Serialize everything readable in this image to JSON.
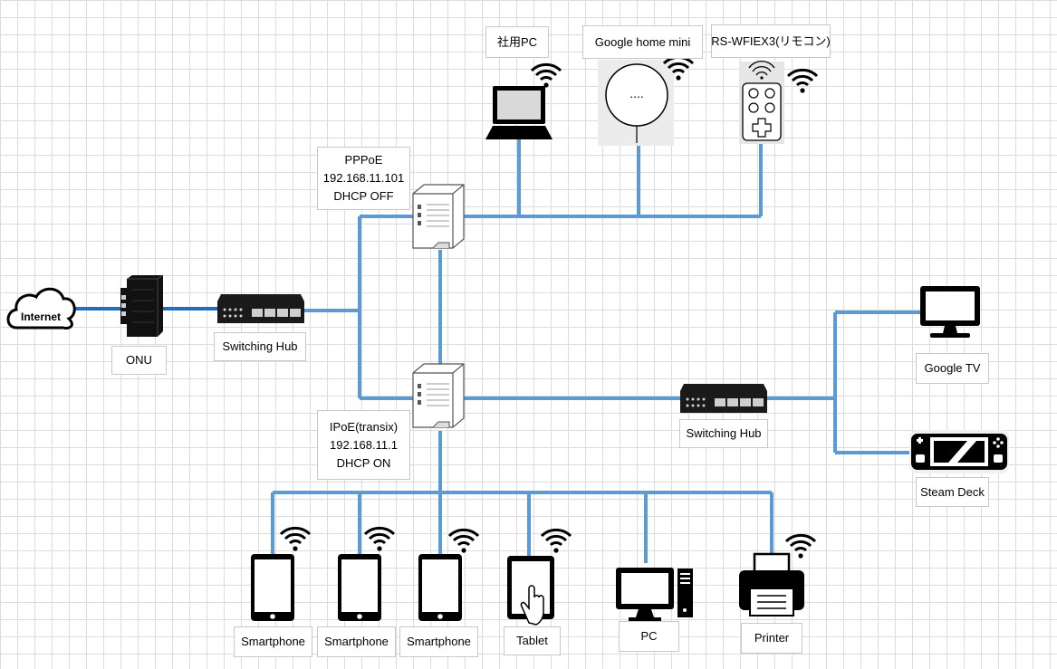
{
  "diagram": {
    "internet_label": "Internet",
    "onu_label": "ONU",
    "switching_hub_1_label": "Switching Hub",
    "router1": {
      "line1": "PPPoE",
      "line2": "192.168.11.101",
      "line3": "DHCP OFF"
    },
    "router2": {
      "line1": "IPoE(transix)",
      "line2": "192.168.11.1",
      "line3": "DHCP ON"
    },
    "company_pc_label": "社用PC",
    "google_home_label": "Google home mini",
    "google_home_dots": "....",
    "remote_label": "RS-WFIEX3(リモコン)",
    "switching_hub_2_label": "Switching Hub",
    "google_tv_label": "Google TV",
    "steam_deck_label": "Steam Deck",
    "bottom_devices": [
      "Smartphone",
      "Smartphone",
      "Smartphone",
      "Tablet",
      "PC",
      "Printer"
    ]
  },
  "colors": {
    "link": "#5b9bd5",
    "fiber": "#1f6fbf",
    "device": "#000000",
    "grid": "#dcdcdc"
  }
}
